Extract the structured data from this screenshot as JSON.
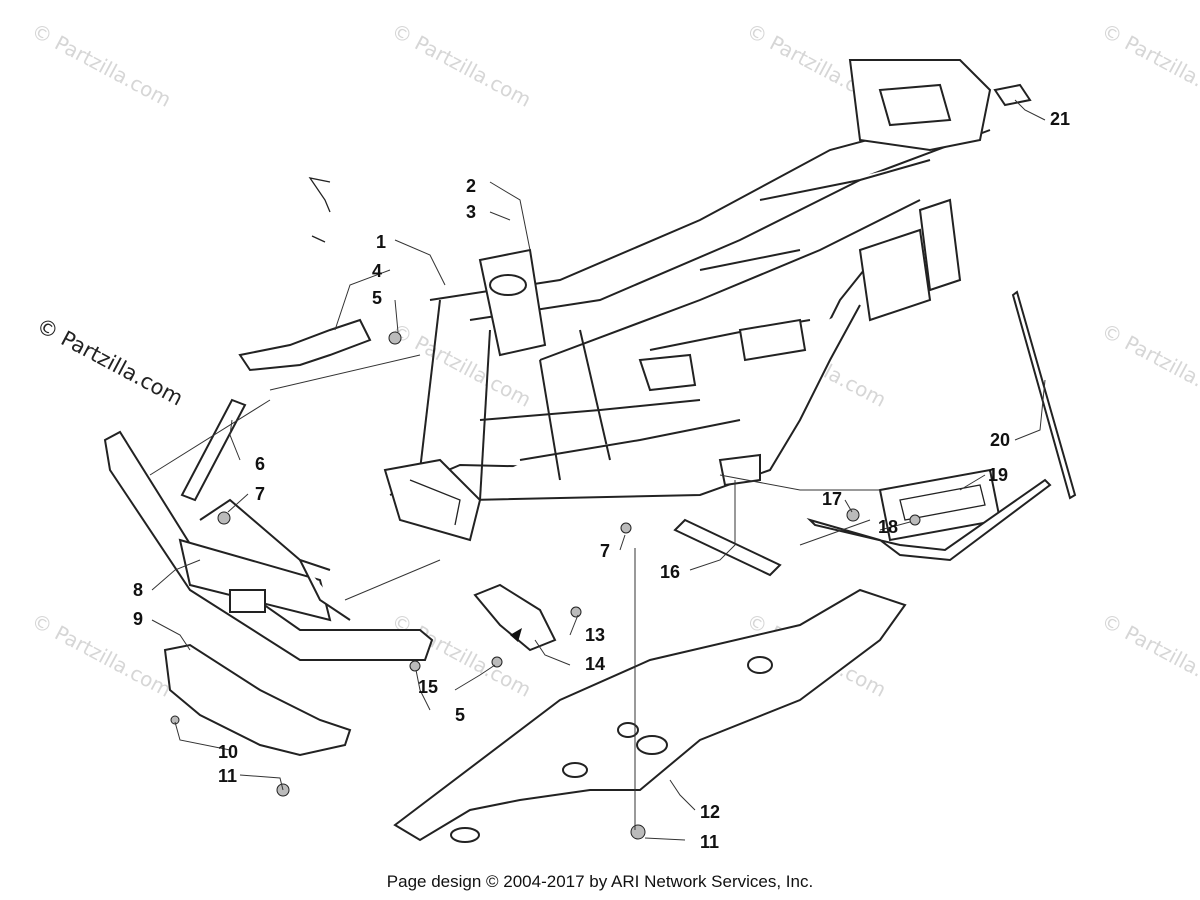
{
  "watermark": "© Partzilla.com",
  "footer": "Page design © 2004-2017 by ARI Network Services, Inc.",
  "callouts": [
    {
      "num": "1"
    },
    {
      "num": "2"
    },
    {
      "num": "3"
    },
    {
      "num": "4"
    },
    {
      "num": "5"
    },
    {
      "num": "5"
    },
    {
      "num": "6"
    },
    {
      "num": "7"
    },
    {
      "num": "7"
    },
    {
      "num": "8"
    },
    {
      "num": "9"
    },
    {
      "num": "10"
    },
    {
      "num": "11"
    },
    {
      "num": "11"
    },
    {
      "num": "12"
    },
    {
      "num": "13"
    },
    {
      "num": "14"
    },
    {
      "num": "15"
    },
    {
      "num": "16"
    },
    {
      "num": "17"
    },
    {
      "num": "18"
    },
    {
      "num": "19"
    },
    {
      "num": "20"
    },
    {
      "num": "21"
    }
  ]
}
